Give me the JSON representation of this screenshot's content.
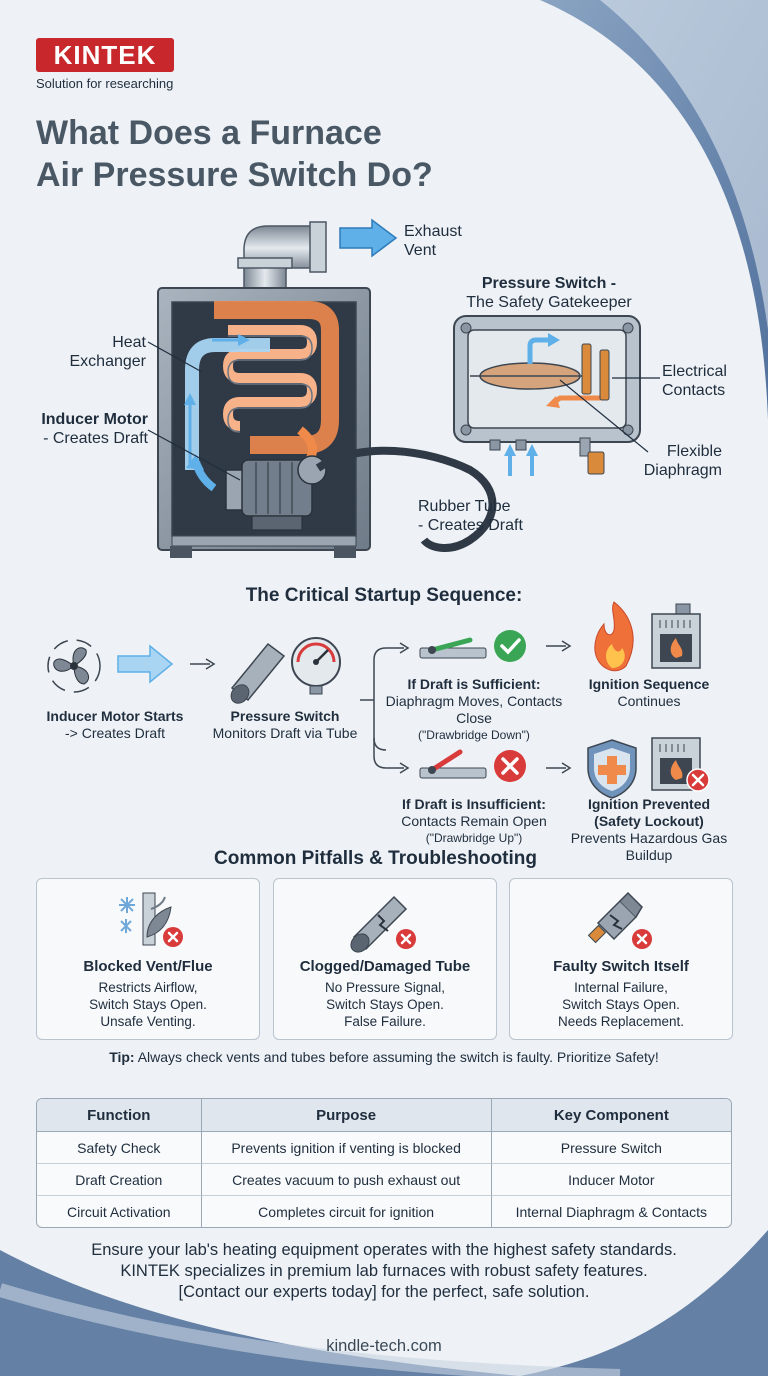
{
  "brand": {
    "logo": "KINTEK",
    "tagline": "Solution for researching",
    "color": "#c8282c"
  },
  "title": {
    "line1": "What Does a Furnace",
    "line2": "Air Pressure Switch Do?"
  },
  "diagram": {
    "exhaust_line1": "Exhaust",
    "exhaust_line2": "Vent",
    "heat_exchanger_line1": "Heat",
    "heat_exchanger_line2": "Exchanger",
    "inducer_line1": "Inducer Motor",
    "inducer_line2": "- Creates Draft",
    "switch_title_line1": "Pressure Switch -",
    "switch_title_line2": "The Safety Gatekeeper",
    "contacts_line1": "Electrical",
    "contacts_line2": "Contacts",
    "diaphragm_line1": "Flexible",
    "diaphragm_line2": "Diaphragm",
    "tube_line1": "Rubber Tube",
    "tube_line2": "- Creates Draft",
    "colors": {
      "air": "#5fb0e8",
      "heat": "#f08a4b",
      "metal": "#8a96a3"
    }
  },
  "sequence": {
    "heading": "The Critical Startup Sequence:",
    "step1_title": "Inducer Motor Starts",
    "step1_sub": "-> Creates Draft",
    "step2_title": "Pressure Switch",
    "step2_line1": "Monitors Draft",
    "step2_line2": "via Tube",
    "ok_title": "If Draft is Sufficient:",
    "ok_line1": "Diaphragm Moves,",
    "ok_line2": "Contacts Close",
    "ok_note": "(\"Drawbridge Down\")",
    "ok_result_title": "Ignition Sequence",
    "ok_result_line": "Continues",
    "fail_title": "If Draft is Insufficient:",
    "fail_line1": "Contacts Remain Open",
    "fail_note": "(\"Drawbridge Up\")",
    "fail_result_title1": "Ignition Prevented",
    "fail_result_title2": "(Safety Lockout)",
    "fail_result_line1": "Prevents Hazardous",
    "fail_result_line2": "Gas Buildup",
    "colors": {
      "ok": "#3aa655",
      "fail": "#d93a3a"
    }
  },
  "pitfalls": {
    "heading": "Common Pitfalls & Troubleshooting",
    "cards": [
      {
        "title": "Blocked Vent/Flue",
        "line1": "Restricts Airflow,",
        "line2": "Switch Stays Open.",
        "line3": "Unsafe Venting.",
        "icon": "blocked-vent-icon"
      },
      {
        "title": "Clogged/Damaged Tube",
        "line1": "No Pressure Signal,",
        "line2": "Switch Stays Open.",
        "line3": "False Failure.",
        "icon": "damaged-tube-icon"
      },
      {
        "title": "Faulty Switch Itself",
        "line1": "Internal Failure,",
        "line2": "Switch Stays Open.",
        "line3": "Needs Replacement.",
        "icon": "broken-switch-icon"
      }
    ],
    "tip_label": "Tip:",
    "tip_text": " Always check vents and tubes before assuming the switch is faulty. Prioritize Safety!"
  },
  "table": {
    "headers": [
      "Function",
      "Purpose",
      "Key Component"
    ],
    "rows": [
      [
        "Safety Check",
        "Prevents ignition if venting is blocked",
        "Pressure Switch"
      ],
      [
        "Draft Creation",
        "Creates vacuum to push exhaust out",
        "Inducer Motor"
      ],
      [
        "Circuit Activation",
        "Completes circuit for ignition",
        "Internal Diaphragm & Contacts"
      ]
    ]
  },
  "cta": {
    "line1": "Ensure your lab's heating equipment operates with the highest safety standards.",
    "line2": "KINTEK specializes in premium lab furnaces with robust safety features.",
    "line3": "[Contact our experts today] for the perfect, safe solution."
  },
  "footer": {
    "url": "kindle-tech.com"
  }
}
